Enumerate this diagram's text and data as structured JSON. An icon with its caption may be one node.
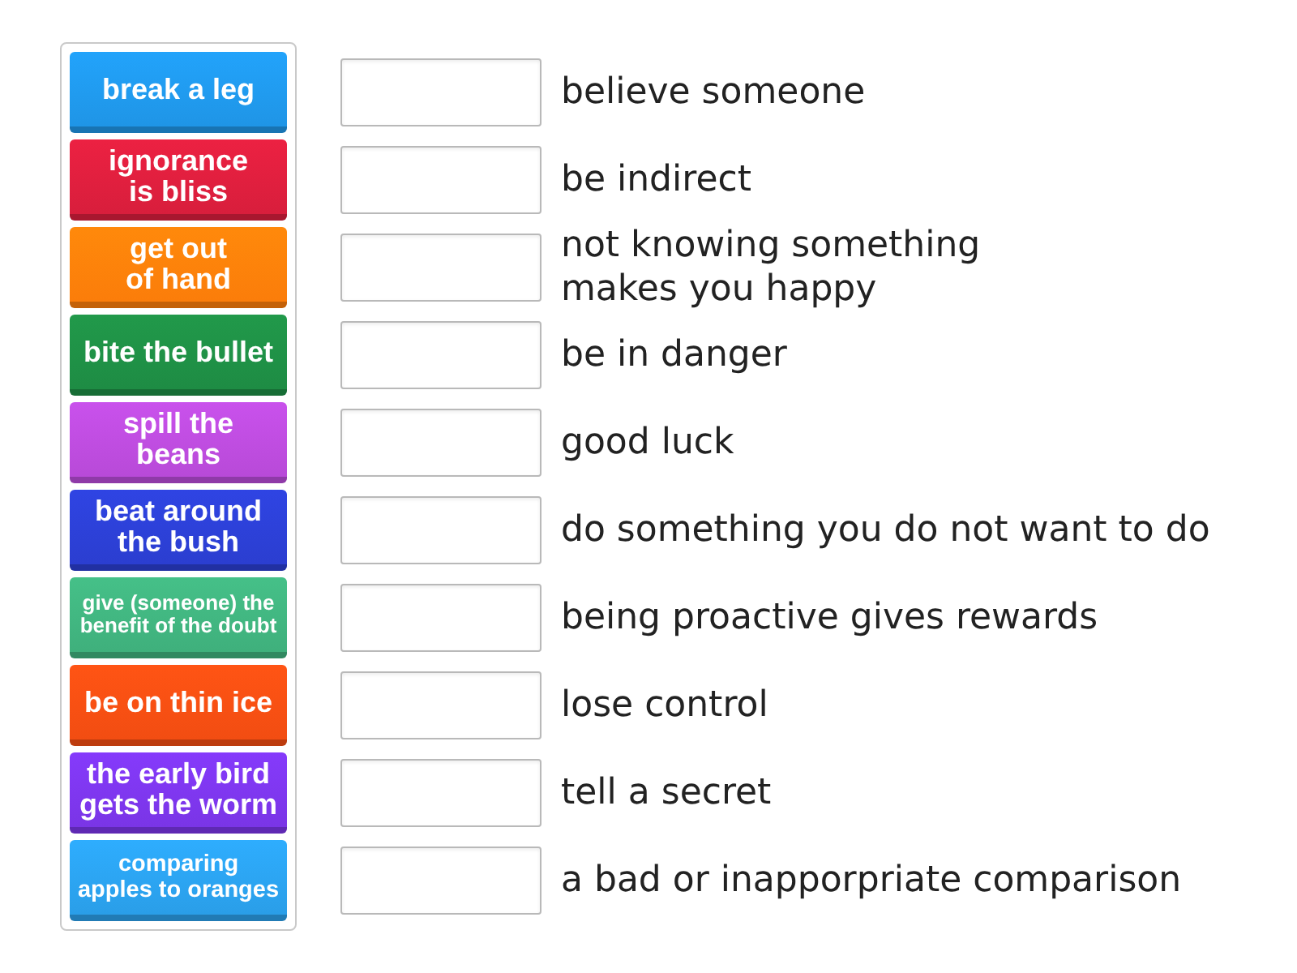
{
  "diagram": {
    "nodes": [
      {
        "text": [],
        "shape": "box"
      },
      {
        "text": [
          "break a leg"
        ],
        "in": 0
      },
      {
        "text": [
          "ignorance is bliss"
        ],
        "in": 0
      },
      {
        "text": [
          "get out of hand"
        ],
        "in": 0
      },
      {
        "text": [
          "bite the bullet"
        ],
        "in": 0
      },
      {
        "text": [
          "spill the beans"
        ],
        "in": 0
      },
      {
        "text": [
          "beat around the bush"
        ],
        "in": 0
      },
      {
        "text": [
          "give (someone) the benefit of the doubt"
        ],
        "in": 0
      },
      {
        "text": [
          "be on thin ice"
        ],
        "in": 0
      },
      {
        "text": [
          "the early bird gets the worm"
        ],
        "in": 0
      },
      {
        "text": [
          "comparing apples to oranges"
        ],
        "in": 0
      },
      {
        "text": [],
        "shape": "box",
        "beside": [
          "believe someone"
        ]
      },
      {
        "text": [],
        "shape": "box",
        "beside": [
          "be indirect"
        ]
      },
      {
        "text": [],
        "shape": "box",
        "beside": [
          "not knowing something makes you happy"
        ]
      },
      {
        "text": [],
        "shape": "box",
        "beside": [
          "be in danger"
        ]
      },
      {
        "text": [],
        "shape": "box",
        "beside": [
          "good luck"
        ]
      },
      {
        "text": [],
        "shape": "box",
        "beside": [
          "do something you do not want to do"
        ]
      },
      {
        "text": [],
        "shape": "box",
        "beside": [
          "being proactive gives rewards"
        ]
      },
      {
        "text": [],
        "shape": "box",
        "beside": [
          "lose control"
        ]
      },
      {
        "text": [],
        "shape": "box",
        "beside": [
          "tell a secret"
        ]
      },
      {
        "text": [],
        "shape": "box",
        "beside": [
          "a bad or inapporpriate comparison"
        ]
      }
    ]
  }
}
